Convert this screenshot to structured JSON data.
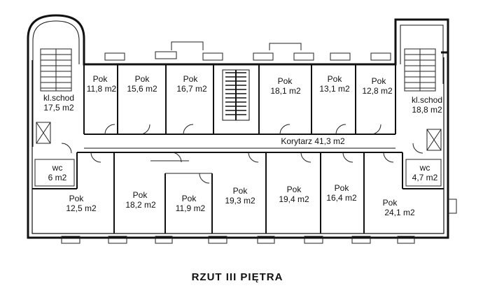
{
  "title": "RZUT III PIĘTRA",
  "rooms": {
    "r1": {
      "name": "Pok",
      "area": "11,8 m2"
    },
    "r2": {
      "name": "Pok",
      "area": "15,6 m2"
    },
    "r3": {
      "name": "Pok",
      "area": "16,7 m2"
    },
    "r4": {
      "name": "Pok",
      "area": "18,1 m2"
    },
    "r5": {
      "name": "Pok",
      "area": "13,1 m2"
    },
    "r6": {
      "name": "Pok",
      "area": "12,8 m2"
    },
    "stairs_left": {
      "name": "kl.schod",
      "area": "17,5 m2"
    },
    "stairs_right": {
      "name": "kl.schod",
      "area": "18,8 m2"
    },
    "corridor": {
      "label": "Korytarz 41,3 m2"
    },
    "wc_left": {
      "name": "wc",
      "area": "6 m2"
    },
    "wc_right": {
      "name": "wc",
      "area": "4,7 m2"
    },
    "b1": {
      "name": "Pok",
      "area": "12,5 m2"
    },
    "b2": {
      "name": "Pok",
      "area": "18,2 m2"
    },
    "b3": {
      "name": "Pok",
      "area": "11,9 m2"
    },
    "b4": {
      "name": "Pok",
      "area": "19,3 m2"
    },
    "b5": {
      "name": "Pok",
      "area": "19,4 m2"
    },
    "b6": {
      "name": "Pok",
      "area": "16,4 m2"
    },
    "b7": {
      "name": "Pok",
      "area": "24,1 m2"
    }
  }
}
